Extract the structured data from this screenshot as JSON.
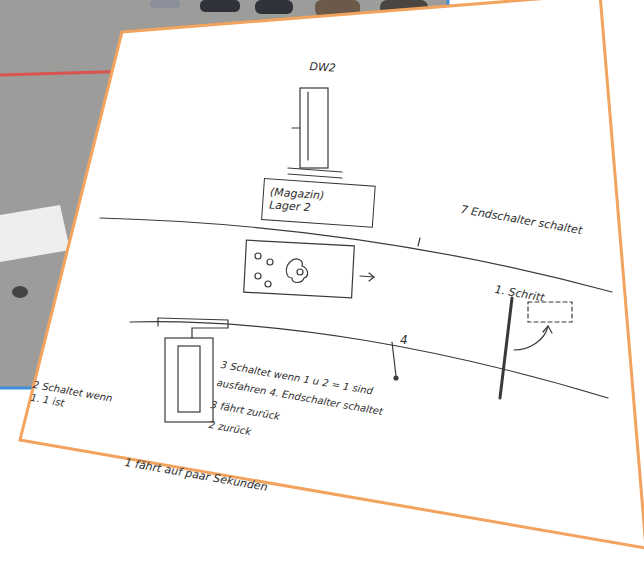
{
  "diagram": {
    "nodes": [
      {
        "text": [
          "(Magazin) Lager 2"
        ]
      }
    ],
    "labels": [
      "DW2",
      "7 Endschalter schaltet",
      "1. Schritt",
      "4",
      "2 Schaltet wenn 1. 1 ist",
      "3 Schaltet wenn 1 u 2 = 1 sind",
      "ausfahren 4. Endschalter schaltet",
      "3 fährt zurück",
      "2 zurück",
      "1 fährt auf paar Sekunden"
    ]
  }
}
